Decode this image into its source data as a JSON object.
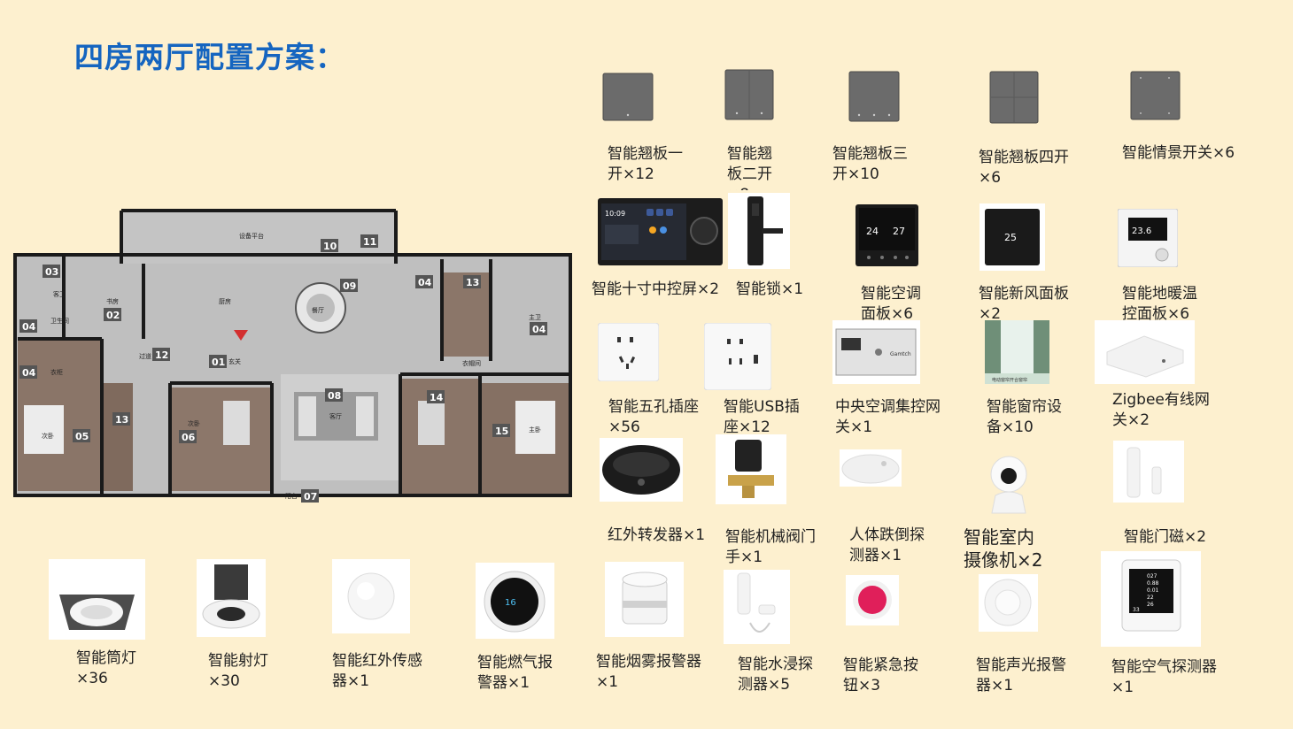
{
  "title": "四房两厅配置方案：",
  "floorplan": {
    "room_numbers": [
      "03",
      "04",
      "04",
      "02",
      "05",
      "06",
      "13",
      "12",
      "01",
      "10",
      "11",
      "09",
      "08",
      "07",
      "14",
      "15",
      "13",
      "04"
    ],
    "room_labels": [
      "设备平台",
      "客卫",
      "卫生间",
      "衣柜",
      "书房",
      "次卧",
      "过道",
      "玄关",
      "餐厅",
      "客厅",
      "阳台",
      "主卧",
      "衣帽间",
      "厨房",
      "主卫",
      "次卧"
    ]
  },
  "products": [
    {
      "label": "智能翘板一\n开×12"
    },
    {
      "label": "智能翘\n板二开\n×8"
    },
    {
      "label": "智能翘板三\n开×10"
    },
    {
      "label": "智能翘板四开\n×6"
    },
    {
      "label": "智能情景开关×6"
    },
    {
      "label": "智能十寸中控屏×2"
    },
    {
      "label": "智能锁×1"
    },
    {
      "label": "智能空调\n面板×6"
    },
    {
      "label": "智能新风面板\n×2"
    },
    {
      "label": "智能地暖温\n控面板×6"
    },
    {
      "label": "智能五孔插座\n×56"
    },
    {
      "label": "智能USB插\n座×12"
    },
    {
      "label": "中央空调集控网\n关×1"
    },
    {
      "label": "智能窗帘设\n备×10"
    },
    {
      "label": "Zigbee有线网\n关×2"
    },
    {
      "label": "红外转发器×1"
    },
    {
      "label": "智能机械阀门\n手×1"
    },
    {
      "label": "人体跌倒探\n测器×1"
    },
    {
      "label": "智能室内\n摄像机×2"
    },
    {
      "label": "智能门磁×2"
    },
    {
      "label": "智能筒灯\n×36"
    },
    {
      "label": "智能射灯\n×30"
    },
    {
      "label": "智能红外传感\n器×1"
    },
    {
      "label": "智能燃气报\n警器×1"
    },
    {
      "label": "智能烟雾报警器\n×1"
    },
    {
      "label": "智能水浸探\n测器×5"
    },
    {
      "label": "智能紧急按\n钮×3"
    },
    {
      "label": "智能声光报警\n器×1"
    },
    {
      "label": "智能空气探测器\n×1"
    }
  ],
  "device_screens": {
    "panel_time": "10:09",
    "ac_left": "24",
    "ac_right": "27",
    "fresh_air": "25",
    "floor_heat": "23.6",
    "gas": "16",
    "gateway_brand": "Gamtch",
    "curtain_caption": "电动窗帘开合窗帘",
    "air_rows": [
      "027",
      "0.88",
      "0.01",
      "22",
      "26",
      "33"
    ]
  },
  "colors": {
    "title": "#1565c0",
    "background": "#fdf0cf"
  }
}
